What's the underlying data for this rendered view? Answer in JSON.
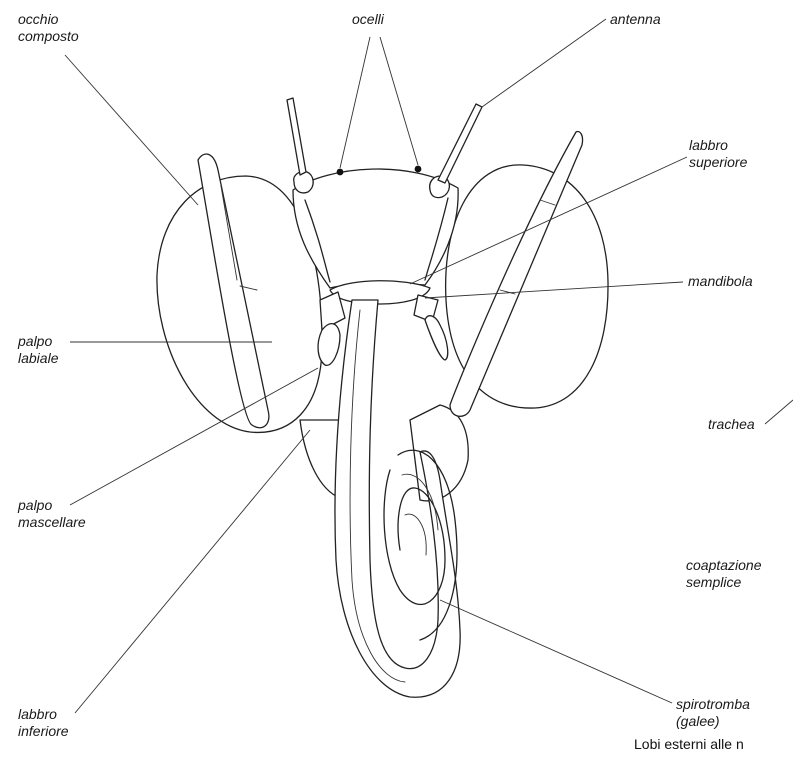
{
  "labels": {
    "occhio_composto": [
      "occhio",
      "composto"
    ],
    "ocelli": "ocelli",
    "antenna": "antenna",
    "labbro_superiore": [
      "labbro",
      "superiore"
    ],
    "mandibola": "mandibola",
    "palpo_labiale": [
      "palpo",
      "labiale"
    ],
    "trachea": "trachea",
    "palpo_mascellare": [
      "palpo",
      "mascellare"
    ],
    "coaptazione_semplice": [
      "coaptazione",
      "semplice"
    ],
    "labbro_inferiore": [
      "labbro",
      "inferiore"
    ],
    "spirotromba_galee": [
      "spirotromba",
      "(galee)"
    ]
  },
  "caption": "Lobi esterni alle n",
  "colors": {
    "ink": "#222222",
    "background": "#ffffff"
  }
}
